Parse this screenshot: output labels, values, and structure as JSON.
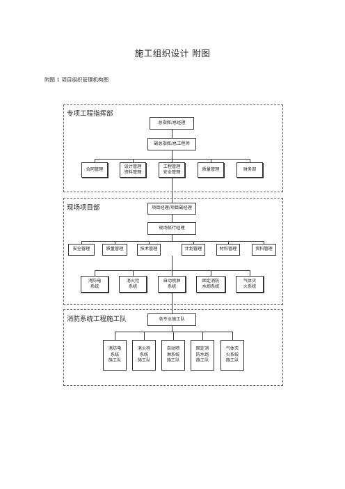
{
  "title": "施工组织设计  附图",
  "subtitle": "附图 1  项目组织管理机构图",
  "sections": {
    "special": {
      "label": "专项工程指挥部",
      "chief": "总指挥/总经理",
      "deputy": "副总指挥/总工程师",
      "departments": [
        "合同管理",
        "设计管理\n资料管理",
        "工程管理\n安全管理",
        "质量管理",
        "财务部"
      ]
    },
    "site": {
      "label": "现场项目部",
      "manager": "项目经理/项目副经理",
      "executive": "现场执行经理",
      "departments": [
        "安全管理",
        "质量管理",
        "技术管理",
        "计划管理",
        "材料管理",
        "资料管理"
      ],
      "systems": [
        "消防电\n系统",
        "消火栓\n系统",
        "自动喷淋\n系统",
        "固定消防\n水炮系统",
        "气体灭\n火系统"
      ]
    },
    "team": {
      "label": "消防系统工程施工队",
      "head": "各专业施工队",
      "teams": [
        "消防电\n系统\n施工队",
        "消火栓\n系统\n施工队",
        "自动喷\n淋系统\n施工队",
        "固定消\n防水炮\n施工队",
        "气体灭\n火系统\n施工队"
      ]
    }
  }
}
